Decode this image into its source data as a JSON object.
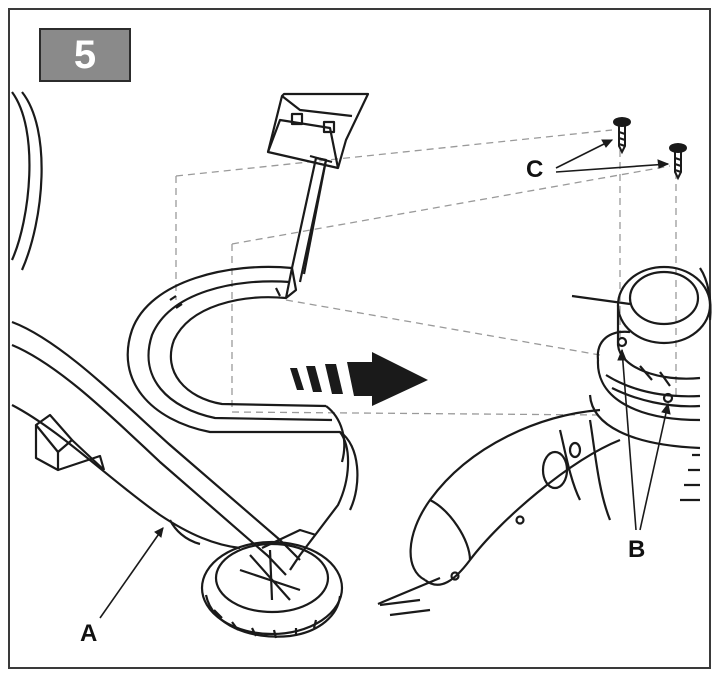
{
  "step": {
    "number": "5"
  },
  "callouts": {
    "a": "A",
    "b": "B",
    "c": "C"
  },
  "colors": {
    "frame": "#3a3a3a",
    "badge_fill": "#8a8a8a",
    "badge_text": "#ffffff",
    "line_art": "#1a1a1a",
    "dashed_guides": "#9a9a9a",
    "arrow": "#1a1a1a"
  },
  "icons": {
    "direction_arrow": "motion-arrow-right-icon",
    "screw": "screw-icon"
  }
}
